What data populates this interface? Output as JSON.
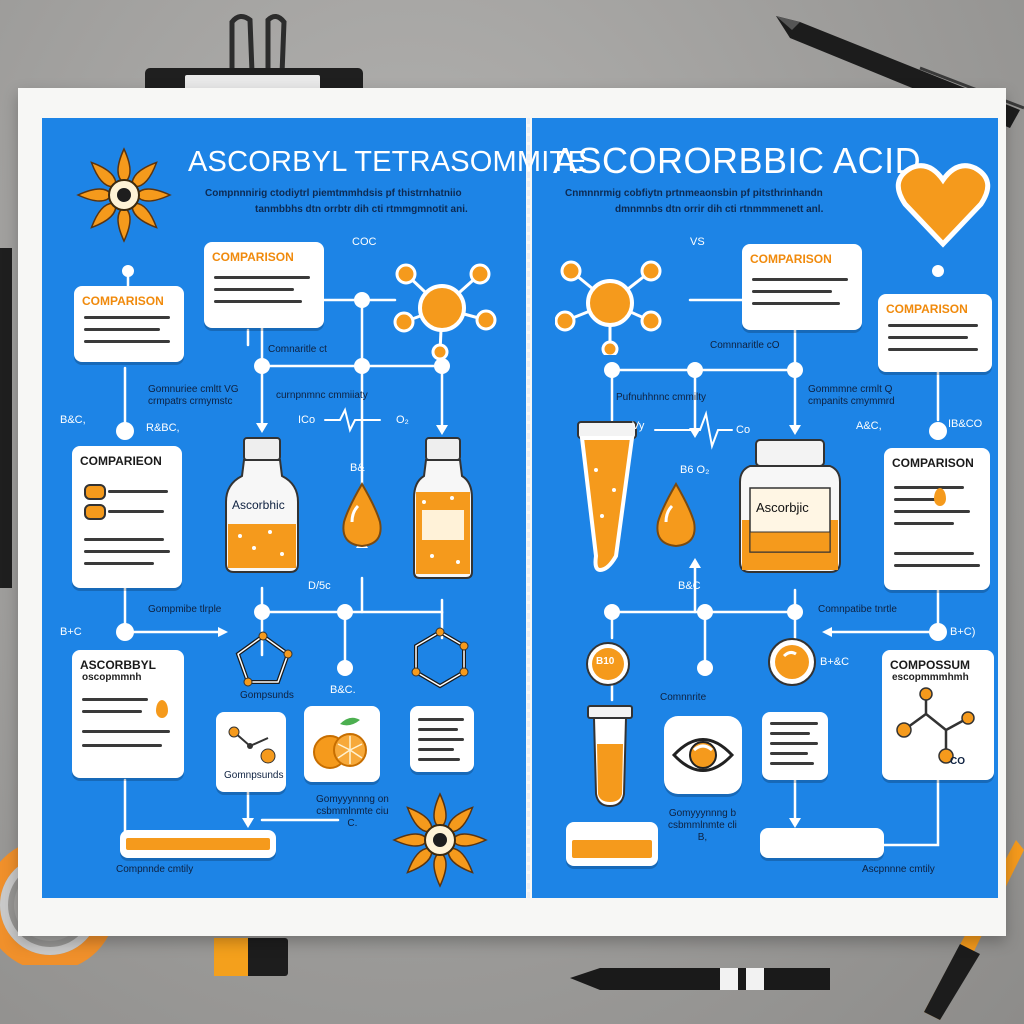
{
  "left": {
    "title": "ASCORBYL TETRASOMMITE",
    "subtitle_lines": [
      "Compnnnirig ctodiytrl piemtmmhdsis pf thistrnhatniio",
      "tanmbbhs dtn orrbtr dih cti rtmmgmnotit ani."
    ],
    "labels": {
      "top_mid": "COC",
      "compatible": "Comnaritle ct",
      "compare_note_1": "Gomnuriee cmltt VG",
      "compare_note_2": "crmpatrs crmymstc",
      "formula_top": "ICo",
      "formula_top_end": "O₂",
      "b6c": "B&C,",
      "r6c": "R&BC,",
      "bg": "B&",
      "d6c": "D/5c",
      "b6c_2": "B+C",
      "compatible_2": "Gompmibe tlrple",
      "b6c_3": "B&C.",
      "compounds": "Gomnpsunds",
      "compounds_2": "Gompsunds",
      "comp_note": "Gomyyynnng on\ncsbmmlnmte ciu\nC.",
      "footer": "Compnnde cmtily",
      "jar_label": "Ascorbhic"
    },
    "cards": [
      {
        "title": "COMPARISON"
      },
      {
        "title": "COMPARISON"
      },
      {
        "title": "COMPARIEON"
      },
      {
        "title": "ASCORBBYL",
        "subtitle": "oscopmmnh"
      }
    ]
  },
  "right": {
    "title": "ASCORORBBIC ACID",
    "subtitle_lines": [
      "Cnmnnrmig cobfiytn prtnmeaonsbin pf pitsthrinhandn",
      "dmnmnbs dtn orrir dih cti rtnmmmenett anl."
    ],
    "labels": {
      "vs": "VS",
      "compatible": "Comnnaritle cO",
      "compare_note_1": "Gommmne crmlt Q",
      "compare_note_2": "cmpanits cmymmrd",
      "formula_top": "Vy",
      "formula_top_end": "Co",
      "a6c": "A&C,",
      "ib6c": "IB&CO",
      "b6o": "B6 O₂",
      "b6c": "B&C",
      "b6c_2": "B+&C",
      "b6c_3": "B+C)",
      "compatible_2": "Comnpatibe tnrtle",
      "compatible_3": "Comnnrite",
      "b10": "B10",
      "comp_note": "Gomyyynnng b\ncsbmmlnmte cli\nB,",
      "footer": "Ascpnnne cmtily",
      "co": "CO",
      "jar_label": "Ascorbjic"
    },
    "cards": [
      {
        "title": "COMPARISON"
      },
      {
        "title": "COMPARISON"
      },
      {
        "title": "COMPARISON"
      },
      {
        "title": "COMPOSSUM",
        "subtitle": "escopmmmhmh"
      }
    ]
  },
  "colors": {
    "panel": "#1d84e6",
    "accent": "#f59a1c",
    "paper": "#f7f7f5",
    "desk": "#9e9d9b"
  },
  "icons": [
    "flower-icon",
    "heart-icon",
    "molecule-icon",
    "bottle-icon",
    "drop-icon",
    "tube-icon",
    "jar-icon",
    "orange-slice-icon",
    "eye-icon",
    "binder-clip-icon",
    "pen-icon",
    "tape-roll-icon",
    "marker-icon"
  ]
}
